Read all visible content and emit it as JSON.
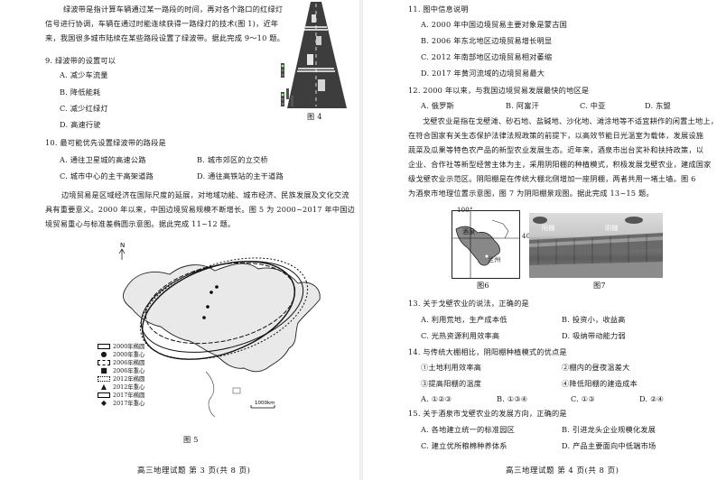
{
  "left": {
    "intro1": [
      "绿波带是指计算车辆通过某一路段的时间，再对各个路口的红绿灯",
      "信号进行协调，车辆在通过时能连续获得一路绿灯的技术(图 1)，近年",
      "来，我国很多城市陆续在某些路段设置了绿波带。据此完成 9～10 题。"
    ],
    "q9": {
      "stem": "9. 绿波带的设置可以",
      "options": [
        "A. 减少车流量",
        "B. 降低能耗",
        "C. 减少红绿灯",
        "D. 高速行驶"
      ]
    },
    "fig4_caption": "图 4",
    "q10": {
      "stem": "10. 最可能优先设置绿波带的路段是",
      "options": [
        "A. 通往卫星城的高速公路",
        "B. 城市郊区的立交桥",
        "C. 城市中心的主干高架道路",
        "D. 通往高铁站的主干道路"
      ]
    },
    "intro2": [
      "边境贸易是区域经济在国际尺度的延展，对地域功能、城市经济、民族发展及文化交流",
      "具有重要意义。2000 年以来，中国边境贸易规模不断增长。图 5 为 2000~2017 年中国边",
      "境贸易重心与标准差椭圆示意图。据此完成 11~12 题。"
    ],
    "fig5_north": "N",
    "legend": [
      {
        "label": "2000年椭圆",
        "kind": "ellipse"
      },
      {
        "label": "2000年重心",
        "kind": "center"
      },
      {
        "label": "2006年椭圆",
        "kind": "ellipse"
      },
      {
        "label": "2006年重心",
        "kind": "center"
      },
      {
        "label": "2012年椭圆",
        "kind": "ellipse"
      },
      {
        "label": "2012年重心",
        "kind": "center"
      },
      {
        "label": "2017年椭圆",
        "kind": "ellipse"
      },
      {
        "label": "2017年重心",
        "kind": "center"
      }
    ],
    "scale": "1000km",
    "fig5_caption": "图 5",
    "footer": "高三地理试题    第 3 页(共 8 页)"
  },
  "right": {
    "q11": {
      "stem": "11. 图中信息说明",
      "options": [
        "A. 2000 年中国边境贸易主要对象是蒙古国",
        "B. 2006 年东北地区边境贸易增长明显",
        "C. 2012 年南部地区边境贸易相对萎缩",
        "D. 2017 年黄河流域的边境贸易最大"
      ]
    },
    "q12": {
      "stem": "12. 2000 年以来，与我国边境贸易发展最快的地区是",
      "options": [
        "A. 俄罗斯",
        "B. 阿富汗",
        "C. 中亚",
        "D. 东盟"
      ]
    },
    "intro3": [
      "戈壁农业是指在戈壁滩、砂石地、盐碱地、沙化地、滩涂地等不适宜耕作的闲置土地上，",
      "在符合国家有关生态保护法律法规政策的前提下，以高效节能日光温室为载体，发展设施",
      "蔬菜及瓜果等特色农产品的新型农业发展生态。近年来，酒泉市出台奖补和扶持政策，以",
      "企业、合作社等新型经营主体为主，采用阴阳棚的种植模式，积极发展戈壁农业，建成国家",
      "级戈壁农业示范区。阴阳棚是在传统大棚北侧增加一座阴棚，两者共用一堵土墙。图 6",
      "为酒泉市地理位置示意图，图 7 为阴阳棚景观图。据此完成 13~15 题。"
    ],
    "fig6": {
      "lon": "100°",
      "lat": "40°",
      "city": "酒泉",
      "lanzhou": "兰州",
      "caption": "图6"
    },
    "fig7": {
      "yang": "阳棚",
      "yin": "阴棚",
      "caption": "图7"
    },
    "q13": {
      "stem": "13. 关于戈壁农业的说法，正确的是",
      "options": [
        "A. 利用荒地，生产成本低",
        "B. 投资小，收益高",
        "C. 光热资源利用效率高",
        "D. 吸纳带动能力弱"
      ]
    },
    "q14": {
      "stem": "14. 与传统大棚相比，阴阳棚种植模式的优点是",
      "items": [
        "①土地利用效率高",
        "②棚内的昼夜温差大",
        "③提高阳棚的温度",
        "④降低阳棚的建造成本"
      ],
      "options": [
        "A. ①②③",
        "B. ①③④",
        "C. ①③",
        "D. ②④"
      ]
    },
    "q15": {
      "stem": "15. 关于酒泉市戈壁农业的发展方向，正确的是",
      "options": [
        "A. 各地建立统一的标准园区",
        "B. 引进龙头企业规模化发展",
        "C. 建立优所粮棉种养体系",
        "D. 产品主要面向中低端市场"
      ]
    },
    "footer": "高三地理试题    第 4 页(共 8 页)"
  }
}
